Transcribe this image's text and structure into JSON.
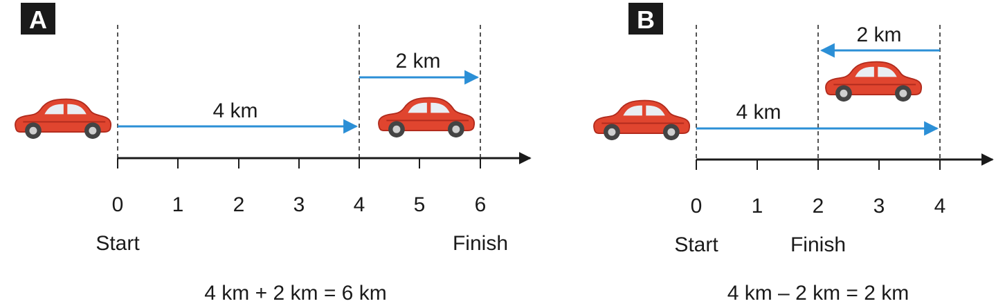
{
  "colors": {
    "axis": "#1a1a1a",
    "arrow": "#2b8fd6",
    "car_body": "#e0452f",
    "car_dark": "#b02a1c",
    "window": "#e9eef3",
    "wheel": "#444444",
    "hub": "#cfcfcf",
    "badge_bg": "#1a1a1a",
    "badge_text": "#ffffff"
  },
  "panels": [
    {
      "badge": "A",
      "ticks": [
        "0",
        "1",
        "2",
        "3",
        "4",
        "5",
        "6"
      ],
      "start_label": "Start",
      "finish_label": "Finish",
      "arrows": [
        {
          "label": "4 km",
          "from": 0,
          "to": 4
        },
        {
          "label": "2 km",
          "from": 4,
          "to": 6
        }
      ],
      "equation": "4 km + 2 km = 6 km"
    },
    {
      "badge": "B",
      "ticks": [
        "0",
        "1",
        "2",
        "3",
        "4"
      ],
      "start_label": "Start",
      "finish_label": "Finish",
      "arrows": [
        {
          "label": "4 km",
          "from": 0,
          "to": 4
        },
        {
          "label": "2 km",
          "from": 4,
          "to": 2
        }
      ],
      "equation": "4 km – 2 km = 2 km"
    }
  ]
}
